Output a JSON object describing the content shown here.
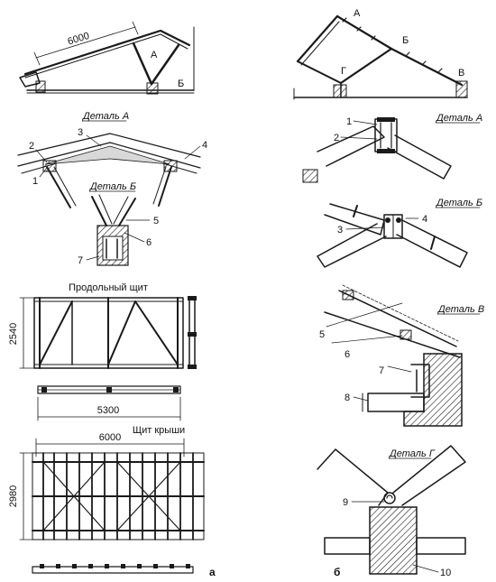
{
  "left": {
    "truss_span": "6000",
    "truss_node_a": "А",
    "truss_node_b": "Б",
    "detail_a_title": "Деталь А",
    "detail_a_callouts": [
      "1",
      "2",
      "3",
      "4"
    ],
    "detail_b_title": "Деталь Б",
    "detail_b_callouts": [
      "5",
      "6",
      "7"
    ],
    "long_panel_title": "Продольный щит",
    "long_panel_height": "2540",
    "long_panel_length": "5300",
    "roof_panel_title": "Щит крыши",
    "roof_panel_length": "6000",
    "roof_panel_height": "2980",
    "subfigure": "а"
  },
  "right": {
    "frame_nodes": [
      "А",
      "Б",
      "В",
      "Г"
    ],
    "detail_a_title": "Деталь А",
    "detail_a_callouts": [
      "1",
      "2"
    ],
    "detail_b_title": "Деталь Б",
    "detail_b_callouts": [
      "3",
      "4"
    ],
    "detail_v_title": "Деталь В",
    "detail_v_callouts": [
      "5",
      "6",
      "7",
      "8"
    ],
    "detail_g_title": "Деталь Г",
    "detail_g_callouts": [
      "9",
      "10"
    ],
    "subfigure": "б"
  }
}
